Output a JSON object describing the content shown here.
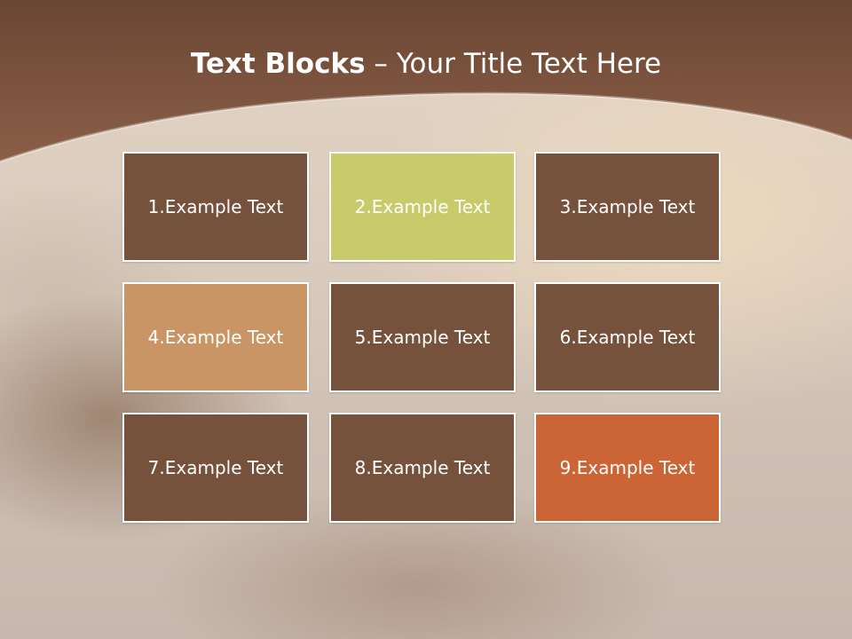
{
  "slide": {
    "title_bold": "Text Blocks",
    "title_dash": " – ",
    "title_rest": "Your Title Text Here"
  },
  "colors": {
    "header": "#7f5640",
    "block_brown": "#76523d",
    "block_lime": "#c9cb6a",
    "block_tan": "#c99564",
    "block_orange": "#cb6535",
    "border": "#ffffff",
    "text": "#ffffff"
  },
  "blocks": [
    {
      "label": "1.Example Text",
      "color": "#76523d"
    },
    {
      "label": "2.Example Text",
      "color": "#c9cb6a"
    },
    {
      "label": "3.Example Text",
      "color": "#76523d"
    },
    {
      "label": "4.Example Text",
      "color": "#c99564"
    },
    {
      "label": "5.Example Text",
      "color": "#76523d"
    },
    {
      "label": "6.Example Text",
      "color": "#76523d"
    },
    {
      "label": "7.Example Text",
      "color": "#76523d"
    },
    {
      "label": "8.Example Text",
      "color": "#76523d"
    },
    {
      "label": "9.Example Text",
      "color": "#cb6535"
    }
  ]
}
